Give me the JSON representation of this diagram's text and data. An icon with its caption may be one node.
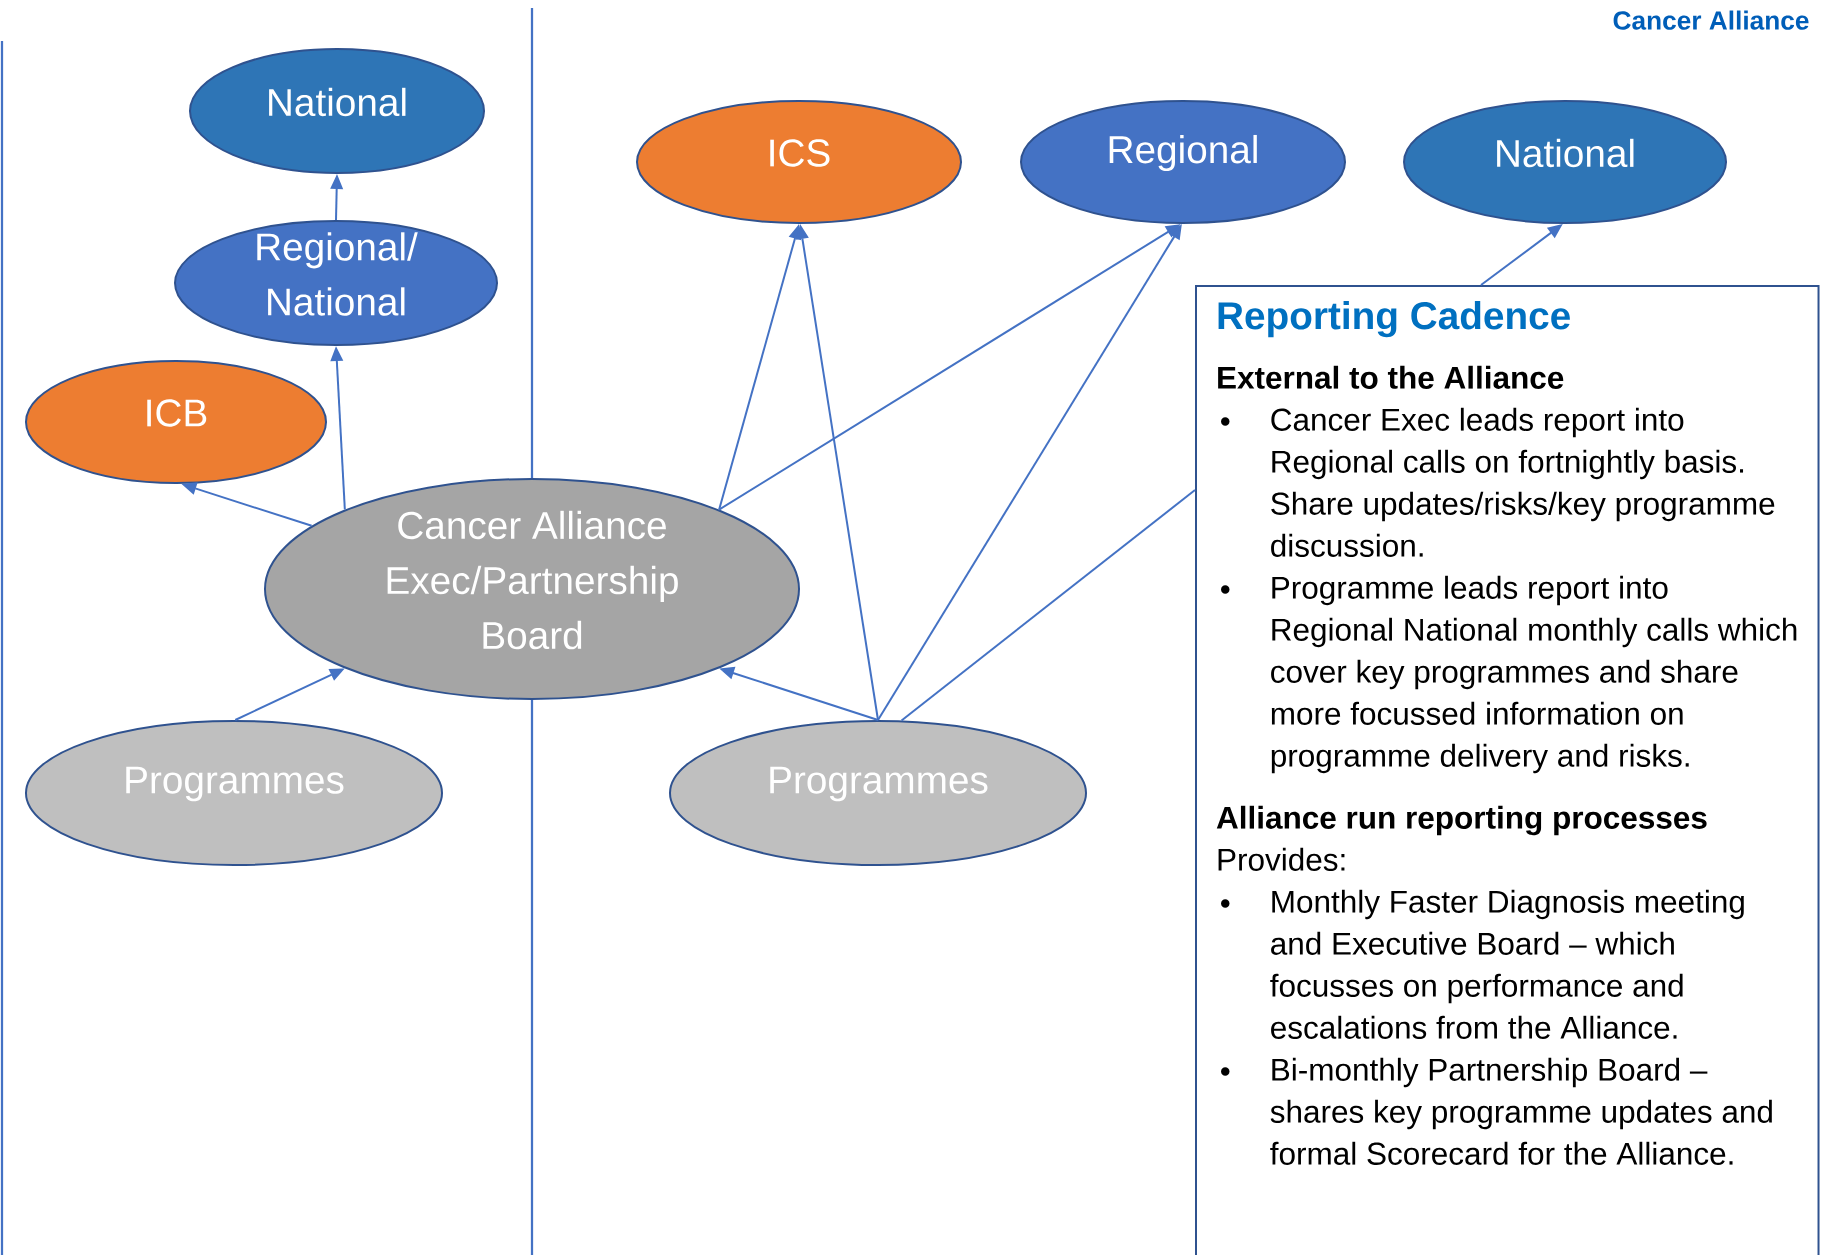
{
  "diagram": {
    "nodes": [
      {
        "text": [
          "National"
        ]
      },
      {
        "text": [
          "Regional/ National"
        ]
      },
      {
        "text": [
          "ICB"
        ]
      },
      {
        "text": [
          "Cancer Alliance Exec/Partnership Board"
        ]
      },
      {
        "text": [
          "Programmes"
        ]
      },
      {
        "text": [
          "ICS"
        ]
      },
      {
        "text": [
          "Regional"
        ]
      },
      {
        "text": [
          "National"
        ]
      },
      {
        "text": [
          "Programmes"
        ]
      },
      {
        "text": [
          "Reporting Cadence",
          "External to the Alliance",
          "Cancer Exec leads report into Regional calls on fortnightly basis. Share updates/risks/key programme discussion.",
          "Programme leads report into Regional National monthly calls which cover key programmes and share more focussed information on programme delivery and risks.",
          "Alliance run reporting processes",
          "Provides:",
          "Monthly Faster Diagnosis meeting and Executive Board – which focusses on performance and escalations from the Alliance.",
          "Bi-monthly Partnership Board – shares key programme updates and formal Scorecard for the Alliance."
        ]
      }
    ],
    "edges": [
      {
        "from": 1,
        "to": 0,
        "arrow": "to"
      },
      {
        "from": 3,
        "to": 1,
        "arrow": "to"
      },
      {
        "from": 3,
        "to": 2,
        "arrow": "to"
      },
      {
        "from": 4,
        "to": 3,
        "arrow": "to"
      },
      {
        "from": 3,
        "to": 5,
        "arrow": "to"
      },
      {
        "from": 3,
        "to": 6,
        "arrow": "to"
      },
      {
        "from": 8,
        "to": 5,
        "arrow": "to"
      },
      {
        "from": 8,
        "to": 6,
        "arrow": "to"
      },
      {
        "from": 8,
        "to": 3,
        "arrow": "to"
      },
      {
        "from": 8,
        "to": 9,
        "arrow": "none"
      },
      {
        "from": 9,
        "to": 7,
        "arrow": "to"
      }
    ],
    "labels": [
      "Cancer Alliance"
    ]
  }
}
